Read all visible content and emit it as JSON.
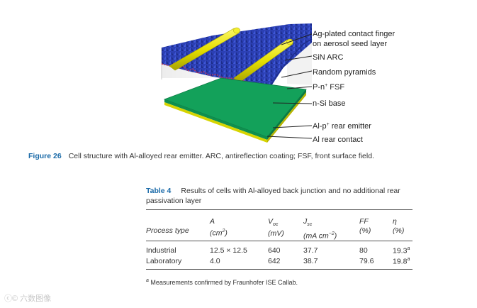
{
  "figure": {
    "labels": [
      "Ag-plated contact finger",
      "on aerosol seed layer",
      "SiN ARC",
      "Random pyramids",
      "P-n",
      "+",
      " FSF",
      "n-Si base",
      "Al-p",
      "+",
      " rear emitter",
      "Al rear contact"
    ],
    "colors": {
      "pyramids": "#2a3fb0",
      "finger": "#e6e000",
      "base": "#13a15a",
      "rear_contact": "#d6d400",
      "leader": "#222222"
    }
  },
  "caption": {
    "number": "Figure 26",
    "text": "Cell structure with Al-alloyed rear emitter. ARC, antireflection coating; FSF, front surface field."
  },
  "table": {
    "number": "Table 4",
    "title_line1": "Results of cells with Al-alloyed back junction and no additional rear",
    "title_line2": "passivation layer",
    "headers": {
      "process_type": "Process type",
      "area_sym": "A",
      "area_unit": "(cm",
      "area_unit_sup": "2",
      "area_unit_close": ")",
      "voc_sym": "V",
      "voc_sub": "oc",
      "voc_unit": "(mV)",
      "jsc_sym": "J",
      "jsc_sub": "sc",
      "jsc_unit": "(mA cm",
      "jsc_unit_sup": "−2",
      "jsc_unit_close": ")",
      "ff_sym": "FF",
      "ff_unit": "(%)",
      "eta_sym": "η",
      "eta_unit": "(%)"
    },
    "rows": [
      {
        "process": "Industrial",
        "area": "12.5 × 12.5",
        "voc": "640",
        "jsc": "37.7",
        "ff": "80",
        "eta": "19.3",
        "eta_sup": "a"
      },
      {
        "process": "Laboratory",
        "area": "4.0",
        "voc": "642",
        "jsc": "38.7",
        "ff": "79.6",
        "eta": "19.8",
        "eta_sup": "a"
      }
    ]
  },
  "footnote": {
    "sup": "a",
    "text": " Measurements confirmed by Fraunhofer ISE Callab."
  },
  "watermark": "ⓒ© 六数图像"
}
